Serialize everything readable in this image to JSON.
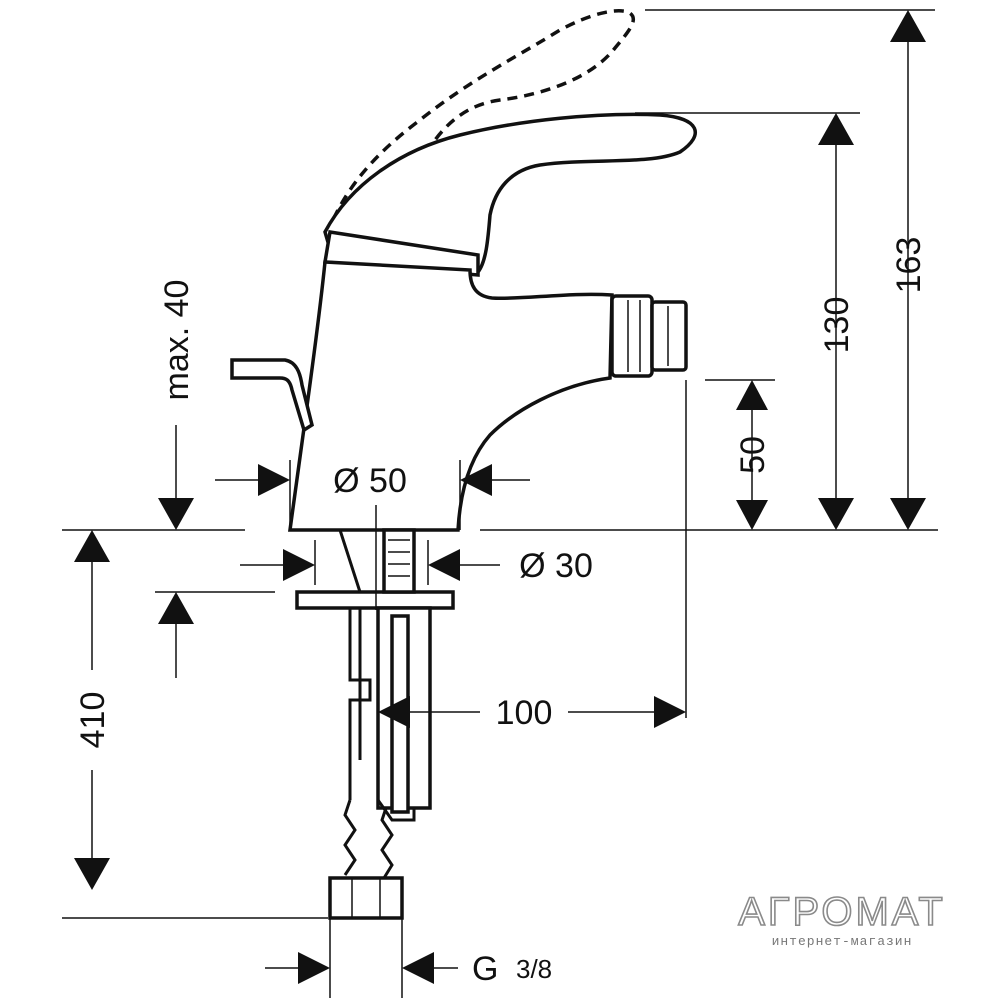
{
  "dimensions": {
    "total_height": "163",
    "lever_height": "130",
    "spout_height": "50",
    "max_deck": "max. 40",
    "body_diameter": "Ø 50",
    "shank_diameter": "Ø 30",
    "spout_reach": "100",
    "hose_length": "410",
    "connection": "G",
    "connection_size": "3/8"
  },
  "watermark": {
    "brand": "АГРОМАТ",
    "subtitle": "интернет-магазин"
  },
  "colors": {
    "ink": "#111111",
    "watermark": "#8a8a8a"
  }
}
